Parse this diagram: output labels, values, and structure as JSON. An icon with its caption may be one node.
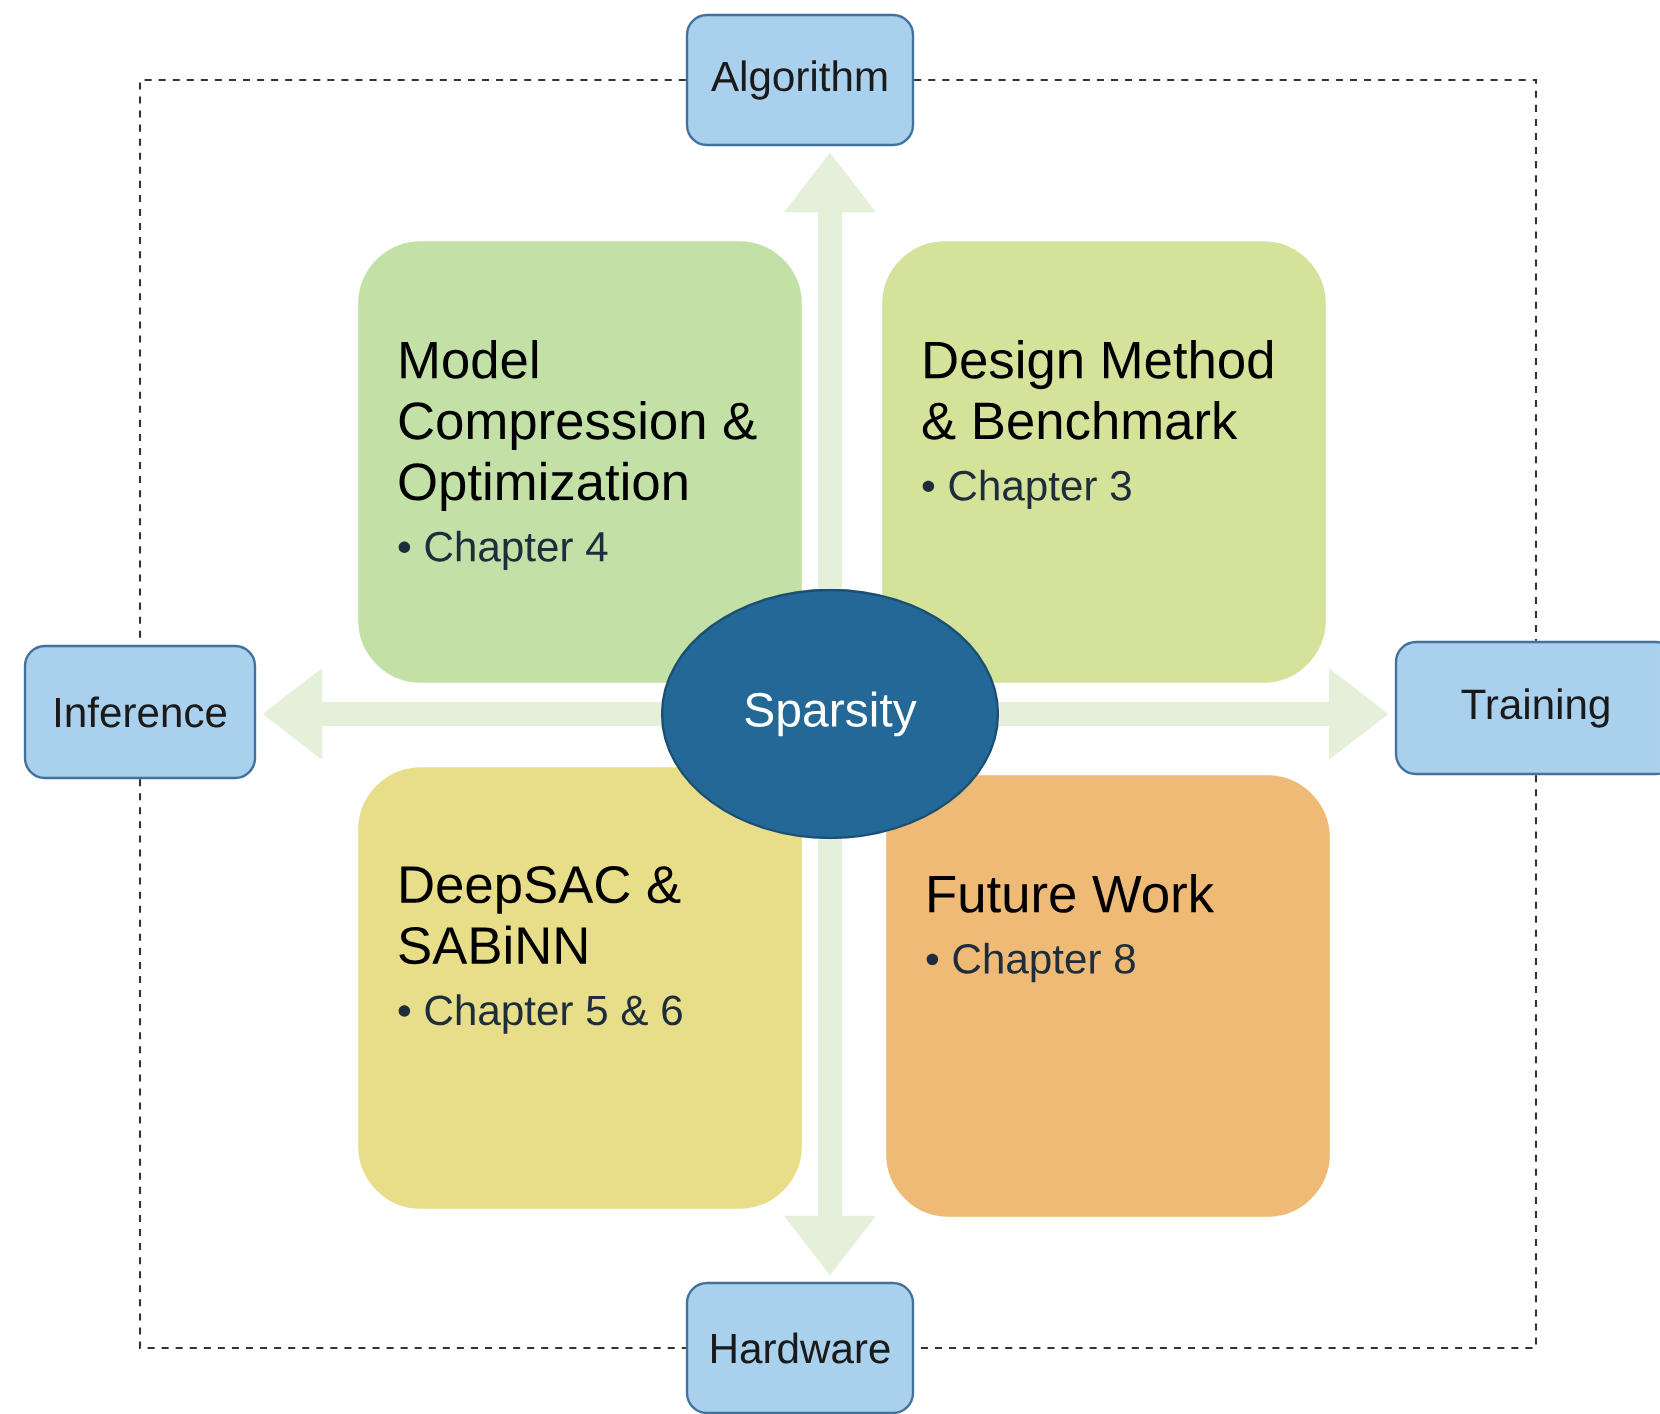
{
  "diagram": {
    "nodes": [
      {
        "text": [
          "Algorithm"
        ]
      },
      {
        "text": [
          "Model Compression & Optimization",
          "• Chapter 4"
        ]
      },
      {
        "text": [
          "Design Method & Benchmark",
          "• Chapter 3"
        ]
      },
      {
        "text": [
          "Inference"
        ]
      },
      {
        "text": [
          "Sparsity"
        ]
      },
      {
        "text": [
          "Training"
        ]
      },
      {
        "text": [
          "DeepSAC & SABiNN",
          "• Chapter 5 & 6"
        ]
      },
      {
        "text": [
          "Future Work",
          "• Chapter 8"
        ]
      },
      {
        "text": [
          "Hardware"
        ]
      }
    ],
    "edges": [
      {
        "from": 4,
        "to": 0,
        "arrow": "to",
        "style": "thick",
        "color": "#e4f0d9"
      },
      {
        "from": 4,
        "to": 3,
        "arrow": "to",
        "style": "thick",
        "color": "#e4f0d9"
      },
      {
        "from": 4,
        "to": 5,
        "arrow": "to",
        "style": "thick",
        "color": "#e4f0d9"
      },
      {
        "from": 4,
        "to": 8,
        "arrow": "to",
        "style": "thick",
        "color": "#e4f0d9"
      },
      {
        "from": 0,
        "to": 3,
        "arrow": "none",
        "style": "dashed",
        "color": "#333333"
      },
      {
        "from": 0,
        "to": 5,
        "arrow": "none",
        "style": "dashed",
        "color": "#333333"
      },
      {
        "from": 3,
        "to": 8,
        "arrow": "none",
        "style": "dashed",
        "color": "#333333"
      },
      {
        "from": 5,
        "to": 8,
        "arrow": "none",
        "style": "dashed",
        "color": "#333333"
      }
    ]
  }
}
